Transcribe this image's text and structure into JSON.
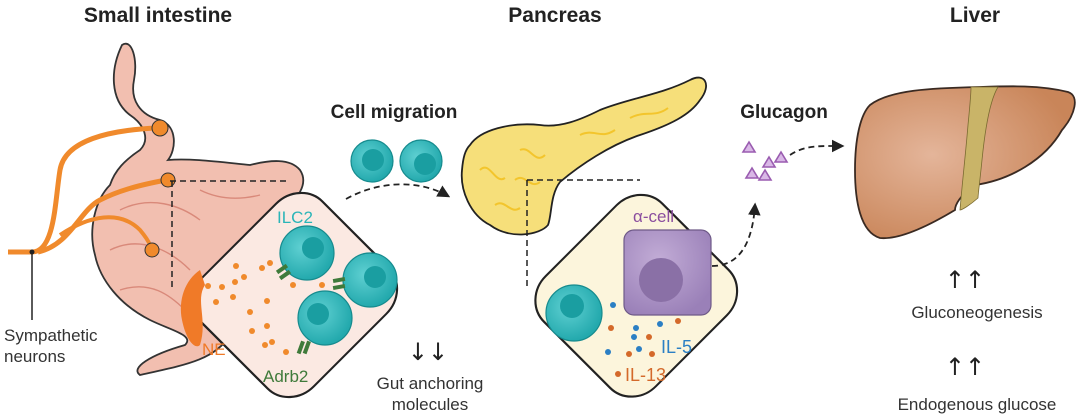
{
  "titles": {
    "small_intestine": "Small intestine",
    "pancreas": "Pancreas",
    "liver": "Liver"
  },
  "labels": {
    "cell_migration": "Cell migration",
    "glucagon": "Glucagon",
    "sympathetic_1": "Sympathetic",
    "sympathetic_2": "neurons",
    "ilc2": "ILC2",
    "ne": "NE",
    "adrb2": "Adrb2",
    "gut_arrows": "↓↓",
    "gut_1": "Gut anchoring",
    "gut_2": "molecules",
    "alpha_cell": "α-cell",
    "il5": "IL-5",
    "il13": "IL-13",
    "up_arrows_1": "↑↑",
    "gluconeogenesis": "Gluconeogenesis",
    "up_arrows_2": "↑↑",
    "endogenous_glucose": "Endogenous glucose"
  },
  "colors": {
    "intestine": "#f0b8a8",
    "neuron": "#f08a2c",
    "ilc2": "#2bb5b8",
    "adrb2": "#3f7a3a",
    "pancreas": "#f6df7a",
    "alpha_cell": "#a58cc0",
    "il5": "#2b7fc4",
    "il13": "#d4692a",
    "liver": "#d6906c",
    "glucagon": "#9a5cb0"
  }
}
